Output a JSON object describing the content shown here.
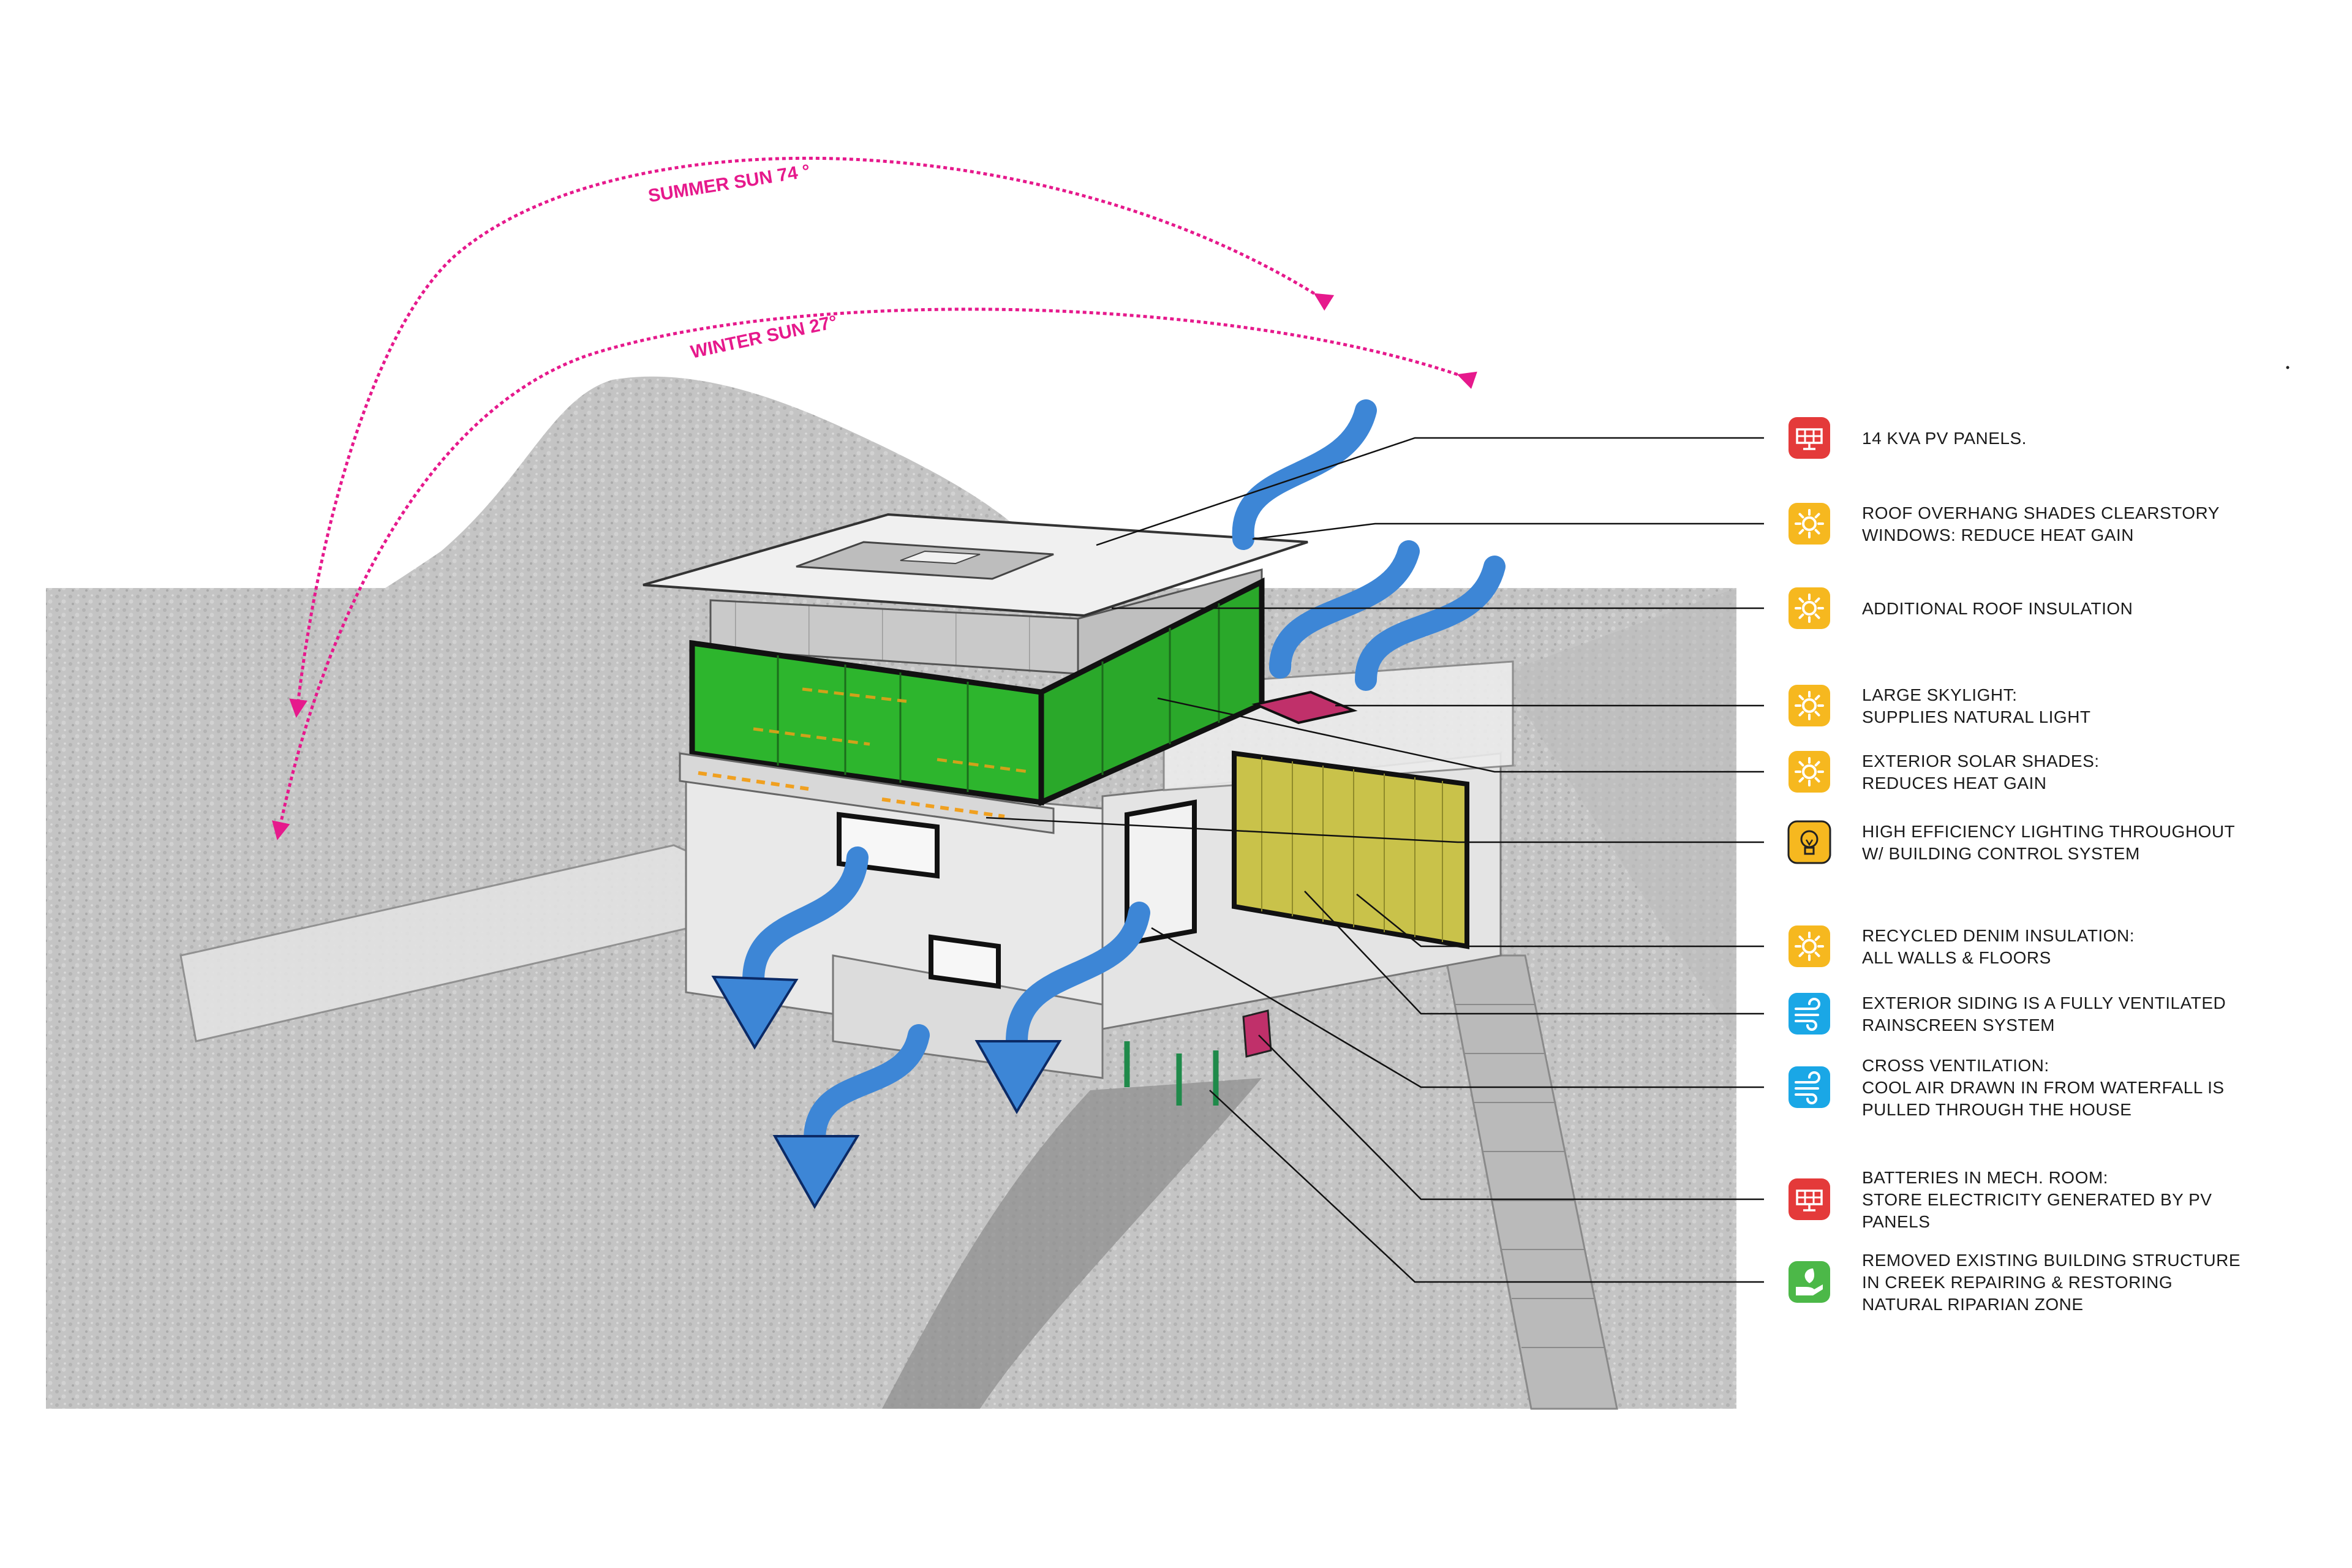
{
  "sun_paths": {
    "summer": "SUMMER SUN  74 °",
    "winter": "WINTER SUN  27°"
  },
  "colors": {
    "sun_path": "#e6198c",
    "wind": "#3d86d6",
    "glazing_green": "#2db52d",
    "siding_yellow": "#c9c24a",
    "terrain": "#c9c9c9",
    "battery": "#c0306a",
    "badge_red": "#e43a3a",
    "badge_yellow": "#f6b81f",
    "badge_blue": "#1aa7e6",
    "badge_green": "#4cb848"
  },
  "legend": [
    {
      "icon": "solar-panel-icon",
      "color": "badge_red",
      "lines": [
        "14 KVA PV PANELS."
      ]
    },
    {
      "icon": "sun-icon",
      "color": "badge_yellow",
      "lines": [
        "ROOF OVERHANG SHADES CLEARSTORY",
        "WINDOWS: REDUCE HEAT GAIN"
      ]
    },
    {
      "icon": "sun-icon",
      "color": "badge_yellow",
      "lines": [
        "ADDITIONAL ROOF INSULATION"
      ]
    },
    {
      "icon": "sun-icon",
      "color": "badge_yellow",
      "lines": [
        "LARGE SKYLIGHT:",
        "SUPPLIES NATURAL LIGHT"
      ]
    },
    {
      "icon": "sun-icon",
      "color": "badge_yellow",
      "lines": [
        "EXTERIOR SOLAR SHADES:",
        "REDUCES HEAT GAIN"
      ]
    },
    {
      "icon": "light-bulb-icon",
      "color": "badge_yellow",
      "lines": [
        "HIGH EFFICIENCY LIGHTING THROUGHOUT",
        "W/ BUILDING CONTROL SYSTEM"
      ]
    },
    {
      "icon": "sun-icon",
      "color": "badge_yellow",
      "lines": [
        "RECYCLED DENIM INSULATION:",
        "ALL WALLS & FLOORS"
      ]
    },
    {
      "icon": "wind-icon",
      "color": "badge_blue",
      "lines": [
        "EXTERIOR SIDING IS A FULLY VENTILATED",
        "RAINSCREEN SYSTEM"
      ]
    },
    {
      "icon": "wind-icon",
      "color": "badge_blue",
      "lines": [
        "CROSS VENTILATION:",
        "COOL AIR DRAWN IN FROM WATERFALL IS",
        "PULLED THROUGH THE HOUSE"
      ]
    },
    {
      "icon": "solar-panel-icon",
      "color": "badge_red",
      "lines": [
        "BATTERIES IN MECH. ROOM:",
        "STORE ELECTRICITY GENERATED BY PV",
        "PANELS"
      ]
    },
    {
      "icon": "hand-leaf-icon",
      "color": "badge_green",
      "lines": [
        "REMOVED EXISTING BUILDING STRUCTURE",
        "IN CREEK REPAIRING & RESTORING",
        "NATURAL RIPARIAN ZONE"
      ]
    }
  ]
}
